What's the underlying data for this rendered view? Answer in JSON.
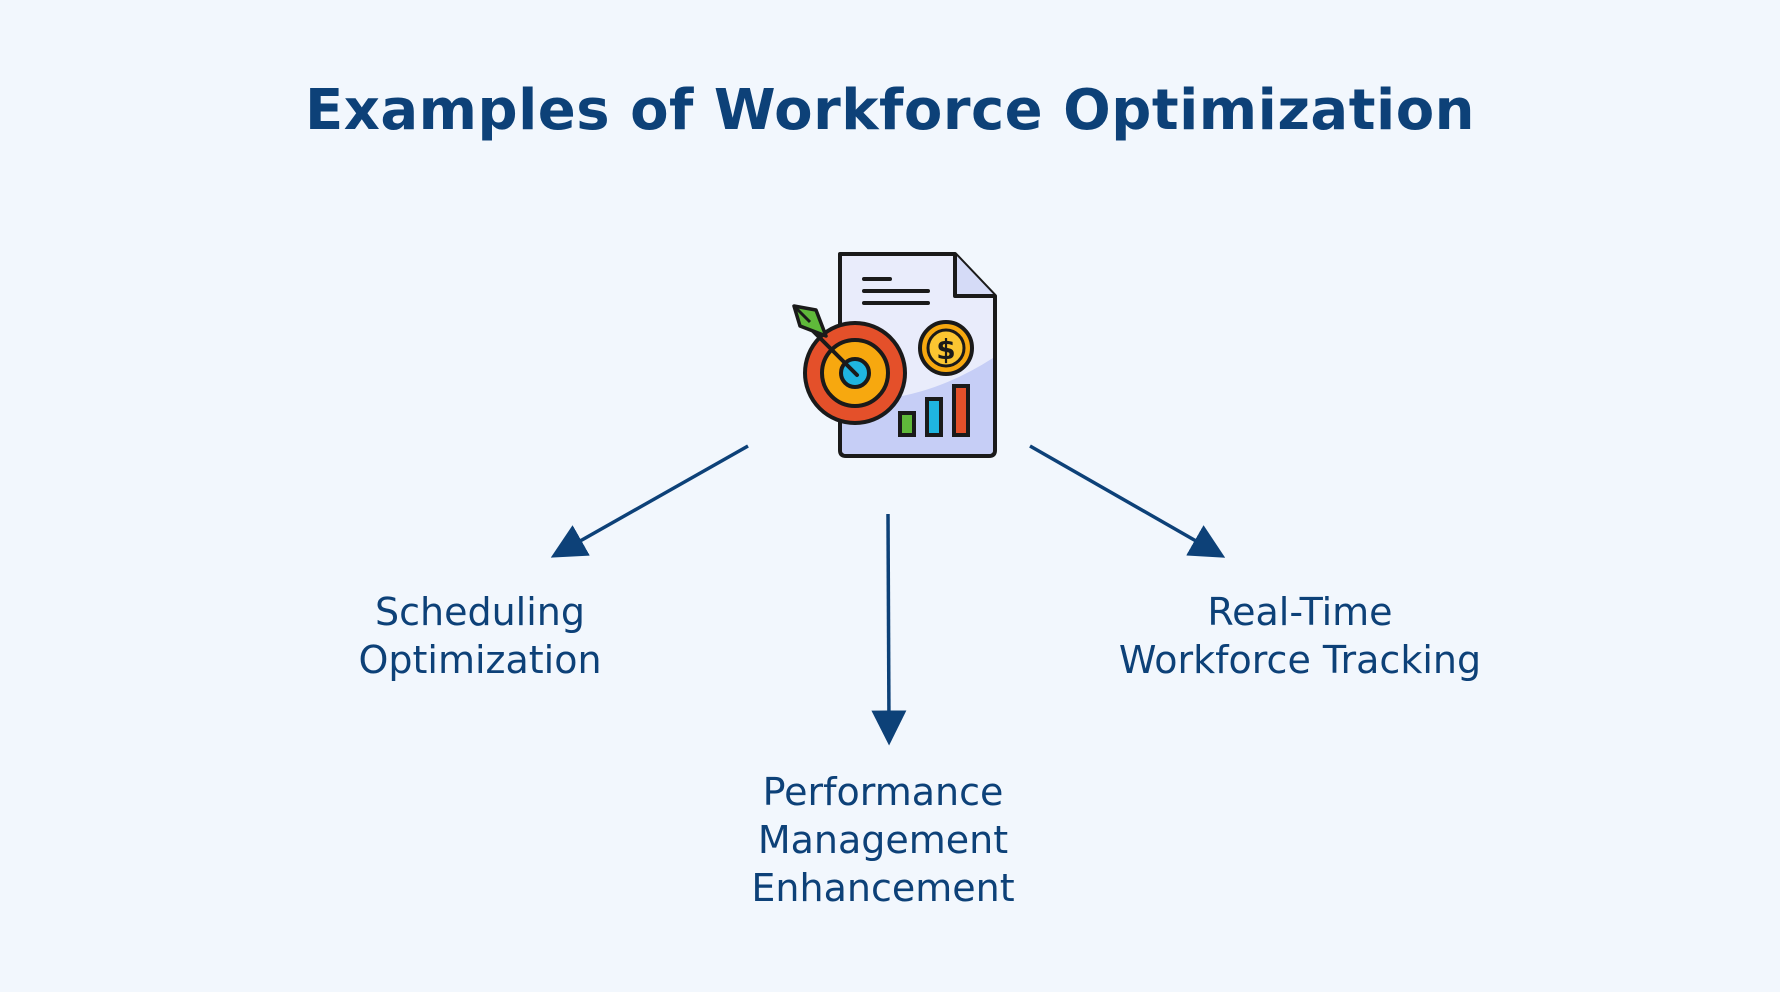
{
  "title": "Examples of Workforce Optimization",
  "nodes": {
    "left": {
      "lines": [
        "Scheduling",
        "Optimization"
      ]
    },
    "bottom": {
      "lines": [
        "Performance",
        "Management",
        "Enhancement"
      ]
    },
    "right": {
      "lines": [
        "Real-Time",
        "Workforce Tracking"
      ]
    }
  },
  "center_icon": "document-target-dollar-chart-icon",
  "colors": {
    "background": "#f2f7fd",
    "primary": "#0d4178",
    "target_red": "#e4502a",
    "target_yellow": "#f7a80f",
    "arrow_green": "#5fb93a",
    "bar_cyan": "#1fb5e0",
    "document": "#e9ecfb"
  }
}
